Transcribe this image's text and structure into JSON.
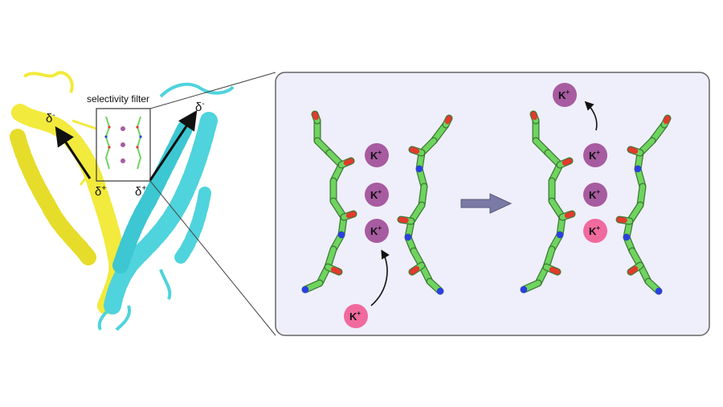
{
  "annotations": {
    "filter_label": "selectivity filter",
    "dipole_neg": "δ",
    "dipole_neg_sup": "-",
    "dipole_pos": "δ",
    "dipole_pos_sup": "+"
  },
  "ions": {
    "label": "K",
    "charge": "+"
  },
  "colors": {
    "helix_left": "#f2ea3c",
    "helix_right": "#4fd3dc",
    "carbon": "#6fd45f",
    "nitrogen": "#2b3fe0",
    "oxygen": "#e23a2e",
    "ion_bound": "#a75ba0",
    "ion_entering": "#f06a9e",
    "panel_fill": "#efeefb",
    "panel_border": "#666666",
    "arrow": "#7a7aa6"
  }
}
